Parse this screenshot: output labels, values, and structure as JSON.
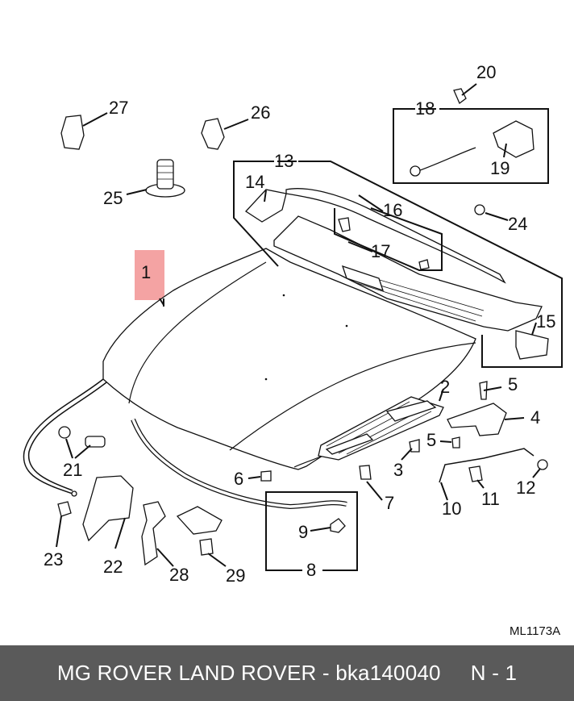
{
  "diagram": {
    "reference_code": "ML1173A",
    "highlight_color": "#f4a3a3",
    "callouts": {
      "c1": "1",
      "c2": "2",
      "c3": "3",
      "c4": "4",
      "c5a": "5",
      "c5b": "5",
      "c6": "6",
      "c7": "7",
      "c8": "8",
      "c9": "9",
      "c10": "10",
      "c11": "11",
      "c12": "12",
      "c13": "13",
      "c14": "14",
      "c15": "15",
      "c16": "16",
      "c17": "17",
      "c18": "18",
      "c19": "19",
      "c20": "20",
      "c21": "21",
      "c22": "22",
      "c23": "23",
      "c24": "24",
      "c25": "25",
      "c26": "26",
      "c27": "27",
      "c28": "28",
      "c29": "29"
    }
  },
  "footer": {
    "text": "MG ROVER LAND ROVER - bka140040     N - 1",
    "background": "#5a5a5a"
  }
}
